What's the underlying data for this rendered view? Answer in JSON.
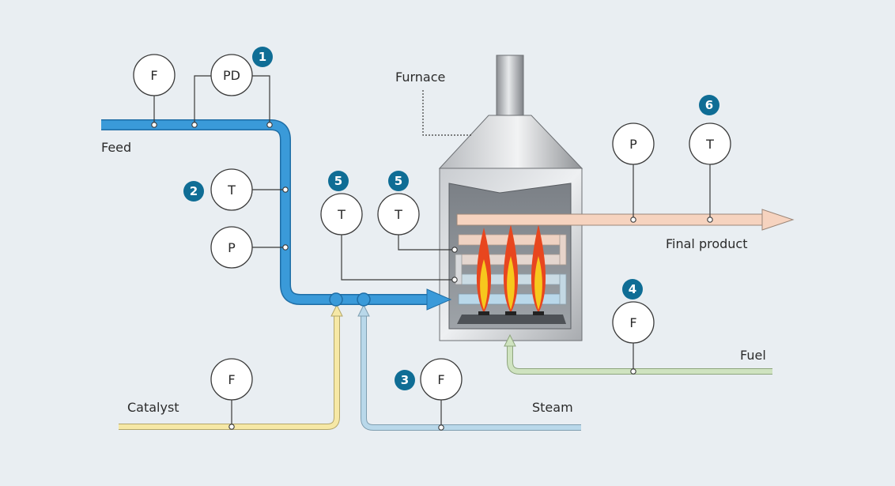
{
  "colors": {
    "background": "#e9eef2",
    "feed_pipe": "#3a9ad9",
    "feed_pipe_dark": "#1f6ea6",
    "catalyst_pipe": "#f6e8a6",
    "steam_pipe": "#b9d8ea",
    "fuel_pipe": "#cfe3c0",
    "product_pipe": "#f6d3bf",
    "badge": "#0f6d95",
    "flame_outer": "#e8461e",
    "flame_inner": "#f7c81d"
  },
  "labels": {
    "feed": "Feed",
    "catalyst": "Catalyst",
    "steam": "Steam",
    "fuel": "Fuel",
    "furnace": "Furnace",
    "final_product": "Final product"
  },
  "instruments": {
    "feed_flow": "F",
    "feed_dp": "PD",
    "feed_temp": "T",
    "feed_pressure": "P",
    "furnace_temp_lower": "T",
    "furnace_temp_upper": "T",
    "catalyst_flow": "F",
    "steam_flow": "F",
    "fuel_flow": "F",
    "product_pressure": "P",
    "product_temp": "T"
  },
  "badges": {
    "feed_dp": "1",
    "feed_temp": "2",
    "steam_flow": "3",
    "fuel_flow": "4",
    "furnace_temp_lower": "5",
    "furnace_temp_upper": "5",
    "product_temp": "6"
  },
  "icons": {
    "furnace": "furnace-icon",
    "flame": "flame-icon",
    "arrow": "arrow-icon"
  }
}
